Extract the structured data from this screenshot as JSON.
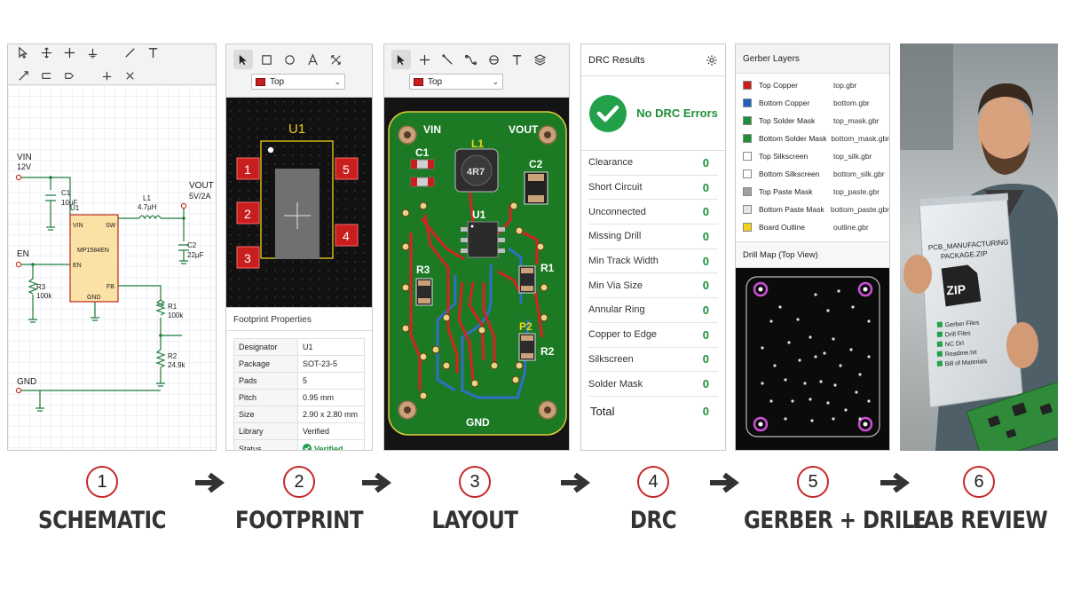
{
  "steps": [
    {
      "num": "1",
      "label": "SCHEMATIC"
    },
    {
      "num": "2",
      "label": "FOOTPRINT"
    },
    {
      "num": "3",
      "label": "LAYOUT"
    },
    {
      "num": "4",
      "label": "DRC"
    },
    {
      "num": "5",
      "label": "GERBER + DRILL"
    },
    {
      "num": "6",
      "label": "FAB REVIEW"
    }
  ],
  "schematic": {
    "vin_label": "VIN",
    "vin_value": "12V",
    "c1_label": "C1",
    "c1_value": "10µF",
    "u1_label": "U1",
    "chip_name": "MP1584EN",
    "pin_vin": "VIN",
    "pin_sw": "SW",
    "pin_en": "EN",
    "pin_fb": "FB",
    "pin_gnd": "GND",
    "l1_label": "L1",
    "l1_value": "4.7µH",
    "vout_label": "VOUT",
    "vout_value": "5V/2A",
    "c2_label": "C2",
    "c2_value": "22µF",
    "en_label": "EN",
    "r3_label": "R3",
    "r3_value": "100k",
    "r1_label": "R1",
    "r1_value": "100k",
    "r2_label": "R2",
    "r2_value": "24.9k",
    "gnd_label": "GND"
  },
  "footprint": {
    "layer": "Top",
    "designator_label": "U1",
    "pads": [
      "1",
      "2",
      "3",
      "4",
      "5"
    ],
    "props_title": "Footprint Properties",
    "props": [
      {
        "key": "Designator",
        "value": "U1"
      },
      {
        "key": "Package",
        "value": "SOT-23-5"
      },
      {
        "key": "Pads",
        "value": "5"
      },
      {
        "key": "Pitch",
        "value": "0.95 mm"
      },
      {
        "key": "Size",
        "value": "2.90 x 2.80 mm"
      },
      {
        "key": "Library",
        "value": "Verified"
      },
      {
        "key": "Status",
        "value": "Verified"
      }
    ]
  },
  "layout": {
    "layer": "Top",
    "labels": {
      "vin": "VIN",
      "vout": "VOUT",
      "gnd": "GND",
      "l1": "L1",
      "l1_mark": "4R7",
      "c1": "C1",
      "c2": "C2",
      "u1": "U1",
      "r1": "R1",
      "r2": "R2",
      "r3": "R3",
      "p2": "P2"
    }
  },
  "drc": {
    "title": "DRC  Results",
    "status": "No DRC Errors",
    "rows": [
      {
        "label": "Clearance",
        "value": "0"
      },
      {
        "label": "Short Circuit",
        "value": "0"
      },
      {
        "label": "Unconnected",
        "value": "0"
      },
      {
        "label": "Missing Drill",
        "value": "0"
      },
      {
        "label": "Min Track Width",
        "value": "0"
      },
      {
        "label": "Min Via Size",
        "value": "0"
      },
      {
        "label": "Annular Ring",
        "value": "0"
      },
      {
        "label": "Copper to Edge",
        "value": "0"
      },
      {
        "label": "Silkscreen",
        "value": "0"
      },
      {
        "label": "Solder Mask",
        "value": "0"
      }
    ],
    "total_label": "Total",
    "total_value": "0"
  },
  "gerber": {
    "title": "Gerber Layers",
    "layers": [
      {
        "name": "Top Copper",
        "file": "top.gbr",
        "color": "#c81e1e"
      },
      {
        "name": "Bottom Copper",
        "file": "bottom.gbr",
        "color": "#1f5fbf"
      },
      {
        "name": "Top Solder Mask",
        "file": "top_mask.gbr",
        "color": "#1f8f3a"
      },
      {
        "name": "Bottom Solder Mask",
        "file": "bottom_mask.gbr",
        "color": "#1f8f3a"
      },
      {
        "name": "Top Silkscreen",
        "file": "top_silk.gbr",
        "color": "#ffffff"
      },
      {
        "name": "Bottom Silkscreen",
        "file": "bottom_silk.gbr",
        "color": "#ffffff"
      },
      {
        "name": "Top Paste Mask",
        "file": "top_paste.gbr",
        "color": "#a0a0a0"
      },
      {
        "name": "Bottom Paste Mask",
        "file": "bottom_paste.gbr",
        "color": "#e6e6e6"
      },
      {
        "name": "Board Outline",
        "file": "outline.gbr",
        "color": "#f2d21b"
      }
    ],
    "drill_title": "Drill Map (Top View)"
  },
  "fab": {
    "bag_title_line1": "PCB_MANUFACTURING",
    "bag_title_line2": "PACKAGE.ZIP",
    "zip_label": "ZIP",
    "checklist": [
      "Gerber Files",
      "Drill Files",
      "NC Drl",
      "Readme.txt",
      "Bill of Materials"
    ]
  }
}
